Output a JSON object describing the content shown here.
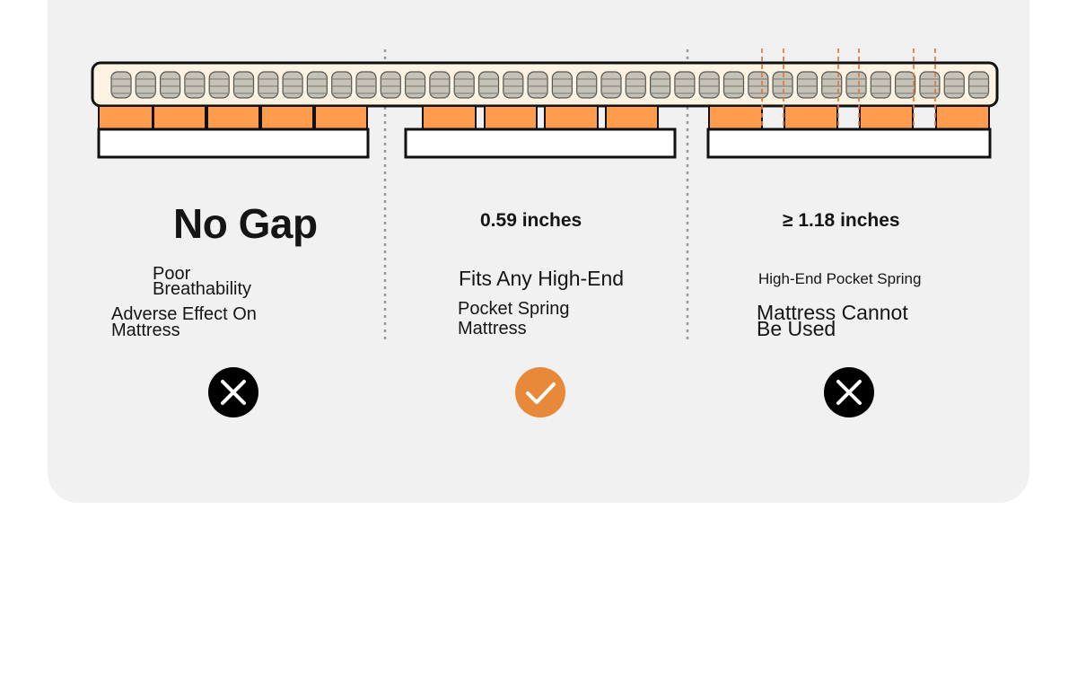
{
  "colors": {
    "card": "#f1f1f1",
    "slat": "#ff9c4e",
    "spring": "#bfbbb0",
    "frame": "#111111",
    "check": "#e8893a",
    "cross": "#000000",
    "divider": "#9a9a9a"
  },
  "columns": [
    {
      "heading": "No Gap",
      "lines": [
        "Poor",
        "Breathability",
        "Adverse Effect On",
        "Mattress"
      ],
      "verdict": "cross"
    },
    {
      "heading": "0.59 inches",
      "lines": [
        "Fits Any High-End",
        "Pocket Spring",
        "Mattress"
      ],
      "verdict": "check"
    },
    {
      "heading": "≥ 1.18 inches",
      "lines": [
        "High-End Pocket Spring",
        "Mattress Cannot",
        "Be Used"
      ],
      "verdict": "cross"
    }
  ]
}
